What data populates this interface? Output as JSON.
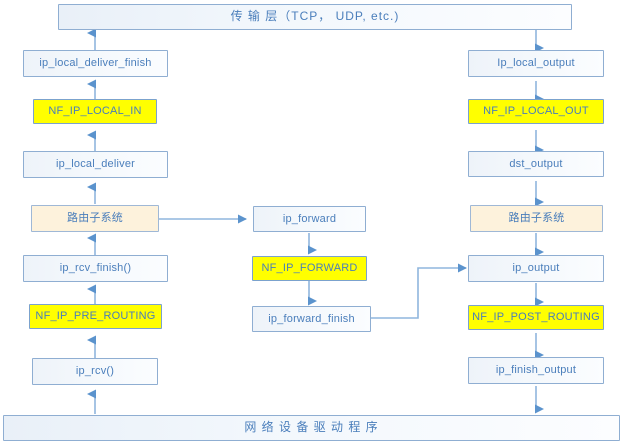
{
  "diagram": {
    "title": "Linux IP layer packet flow with Netfilter hooks",
    "colors": {
      "box_text": "#4a7ebb",
      "box_border": "#8faed2",
      "hook_fill": "#ffff00",
      "routing_fill": "#fdf2dc",
      "arrow": "#6f9ed4"
    },
    "nodes": {
      "transport_layer": "传 输 层（TCP， UDP, etc.)",
      "device_driver": "网 络 设 备 驱 动 程 序",
      "ip_local_deliver_finish": "ip_local_deliver_finish",
      "nf_ip_local_in": "NF_IP_LOCAL_IN",
      "ip_local_deliver": "ip_local_deliver",
      "routing_left": "路由子系统",
      "ip_rcv_finish": "ip_rcv_finish()",
      "nf_ip_pre_routing": "NF_IP_PRE_ROUTING",
      "ip_rcv": "ip_rcv()",
      "ip_forward": "ip_forward",
      "nf_ip_forward": "NF_IP_FORWARD",
      "ip_forward_finish": "ip_forward_finish",
      "ip_local_output": "Ip_local_output",
      "nf_ip_local_out": "NF_IP_LOCAL_OUT",
      "dst_output": "dst_output",
      "routing_right": "路由子系统",
      "ip_output": "ip_output",
      "nf_ip_post_routing": "NF_IP_POST_ROUTING",
      "ip_finish_output": "ip_finish_output"
    }
  }
}
